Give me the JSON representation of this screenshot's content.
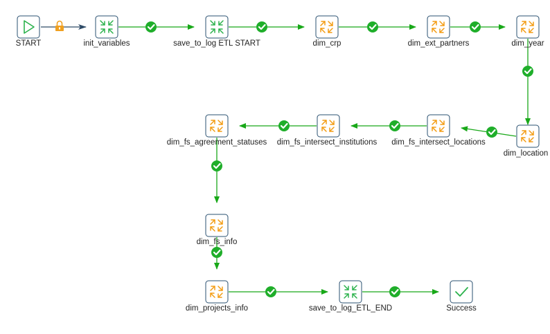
{
  "canvas": {
    "background": "#ffffff"
  },
  "colors": {
    "hop": "#18a818",
    "hop_ok_circle": "#1fae2a",
    "first_hop": "#2d4a66",
    "lock": "#f0a020",
    "node_border": "#2a5070",
    "icon_orange": "#f39c12",
    "icon_green": "#2bb24c"
  },
  "nodes": {
    "start": {
      "label": "START",
      "icon": "start-triangle-icon"
    },
    "init_variables": {
      "label": "init_variables",
      "icon": "script-arrows-icon"
    },
    "save_start": {
      "label": "save_to_log ETL START",
      "icon": "script-arrows-icon"
    },
    "dim_crp": {
      "label": "dim_crp",
      "icon": "transform-arrows-icon"
    },
    "dim_ext_partners": {
      "label": "dim_ext_partners",
      "icon": "transform-arrows-icon"
    },
    "dim_year": {
      "label": "dim_year",
      "icon": "transform-arrows-icon"
    },
    "dim_location": {
      "label": "dim_location",
      "icon": "transform-arrows-icon"
    },
    "dim_fs_intersect_locations": {
      "label": "dim_fs_intersect_locations",
      "icon": "transform-arrows-icon"
    },
    "dim_fs_intersect_institutions": {
      "label": "dim_fs_intersect_institutions",
      "icon": "transform-arrows-icon"
    },
    "dim_fs_agreement_statuses": {
      "label": "dim_fs_agreement_statuses",
      "icon": "transform-arrows-icon"
    },
    "dim_fs_info": {
      "label": "dim_fs_info",
      "icon": "transform-arrows-icon"
    },
    "dim_projects_info": {
      "label": "dim_projects_info",
      "icon": "transform-arrows-icon"
    },
    "save_end": {
      "label": "save_to_log_ETL_END",
      "icon": "script-arrows-icon"
    },
    "success": {
      "label": "Success",
      "icon": "success-check-icon"
    }
  },
  "hops": [
    {
      "from": "start",
      "to": "init_variables",
      "type": "unconditional"
    },
    {
      "from": "init_variables",
      "to": "save_start",
      "type": "success"
    },
    {
      "from": "save_start",
      "to": "dim_crp",
      "type": "success"
    },
    {
      "from": "dim_crp",
      "to": "dim_ext_partners",
      "type": "success"
    },
    {
      "from": "dim_ext_partners",
      "to": "dim_year",
      "type": "success"
    },
    {
      "from": "dim_year",
      "to": "dim_location",
      "type": "success"
    },
    {
      "from": "dim_location",
      "to": "dim_fs_intersect_locations",
      "type": "success"
    },
    {
      "from": "dim_fs_intersect_locations",
      "to": "dim_fs_intersect_institutions",
      "type": "success"
    },
    {
      "from": "dim_fs_intersect_institutions",
      "to": "dim_fs_agreement_statuses",
      "type": "success"
    },
    {
      "from": "dim_fs_agreement_statuses",
      "to": "dim_fs_info",
      "type": "success"
    },
    {
      "from": "dim_fs_info",
      "to": "dim_projects_info",
      "type": "success"
    },
    {
      "from": "dim_projects_info",
      "to": "save_end",
      "type": "success"
    },
    {
      "from": "save_end",
      "to": "success",
      "type": "success"
    }
  ]
}
